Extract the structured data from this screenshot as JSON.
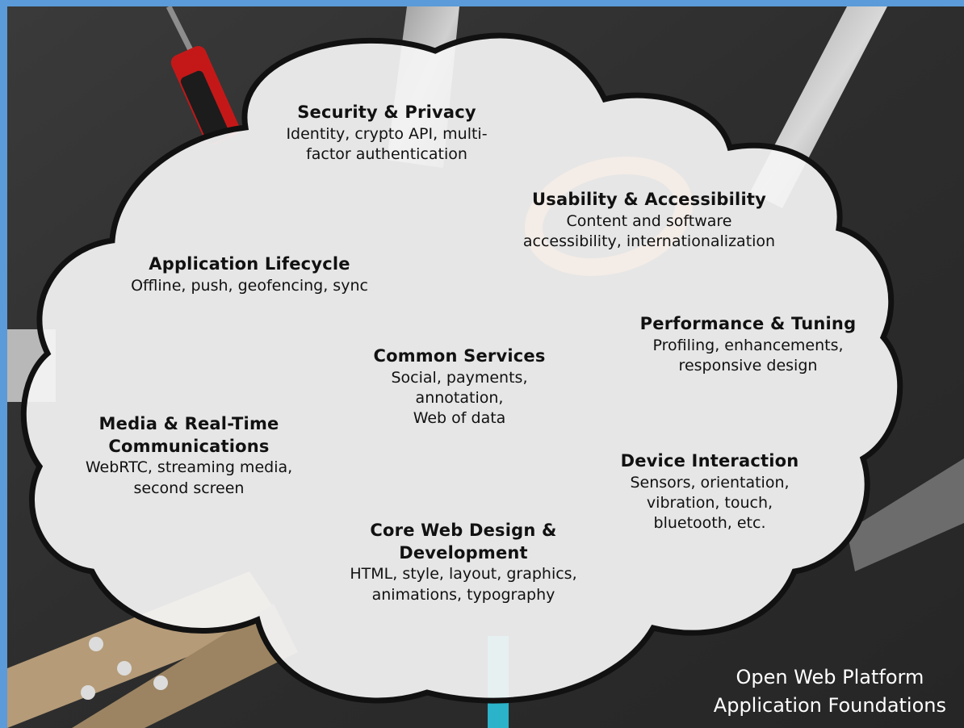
{
  "colors": {
    "frame": "#5b9bd9",
    "background": "#2b2b2b",
    "cloud_fill": "#f4f4f4",
    "cloud_outline": "#111111",
    "text": "#111111",
    "caption_text": "#ffffff"
  },
  "nodes": [
    {
      "id": "security",
      "title": "Security & Privacy",
      "desc_lines": [
        "Identity, crypto API, multi-",
        "factor authentication"
      ]
    },
    {
      "id": "usability",
      "title": "Usability & Accessibility",
      "desc_lines": [
        "Content and software",
        "accessibility, internationalization"
      ]
    },
    {
      "id": "lifecycle",
      "title": "Application Lifecycle",
      "desc_lines": [
        "Offline, push, geofencing, sync"
      ]
    },
    {
      "id": "performance",
      "title": "Performance & Tuning",
      "desc_lines": [
        "Profiling, enhancements,",
        "responsive design"
      ]
    },
    {
      "id": "services",
      "title": "Common Services",
      "desc_lines": [
        "Social, payments,",
        "annotation,",
        "Web of data"
      ]
    },
    {
      "id": "media",
      "title_lines": [
        "Media & Real-Time",
        "Communications"
      ],
      "desc_lines": [
        "WebRTC, streaming media,",
        "second screen"
      ]
    },
    {
      "id": "device",
      "title": "Device Interaction",
      "desc_lines": [
        "Sensors, orientation,",
        "vibration, touch,",
        "bluetooth, etc."
      ]
    },
    {
      "id": "core",
      "title_lines": [
        "Core Web Design &",
        "Development"
      ],
      "desc_lines": [
        "HTML, style, layout, graphics,",
        "animations, typography"
      ]
    }
  ],
  "caption": {
    "line1": "Open Web Platform",
    "line2": "Application Foundations"
  },
  "background_objects": [
    "screwdriver",
    "scissors",
    "pliers",
    "pencil",
    "wrench"
  ]
}
